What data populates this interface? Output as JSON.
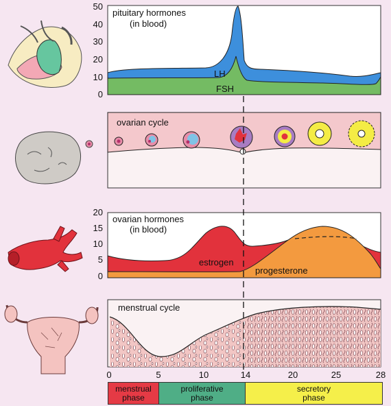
{
  "panels": {
    "pituitary": {
      "title_line1": "pituitary hormones",
      "title_line2": "(in blood)",
      "lh_label": "LH",
      "fsh_label": "FSH",
      "y_ticks": [
        "50",
        "40",
        "30",
        "20",
        "10",
        "0"
      ]
    },
    "ovarian_cycle": {
      "title": "ovarian cycle"
    },
    "ovarian_hormones": {
      "title_line1": "ovarian hormones",
      "title_line2": "(in blood)",
      "estrogen_label": "estrogen",
      "progesterone_label": "progesterone",
      "y_ticks": [
        "20",
        "15",
        "10",
        "5",
        "0"
      ]
    },
    "menstrual": {
      "title": "menstrual cycle"
    }
  },
  "x_axis": {
    "ticks": [
      "0",
      "5",
      "10",
      "14",
      "20",
      "25",
      "28"
    ]
  },
  "phases": [
    {
      "line1": "menstrual",
      "line2": "phase",
      "color": "#e53a45"
    },
    {
      "line1": "proliferative",
      "line2": "phase",
      "color": "#4fae86"
    },
    {
      "line1": "secretory",
      "line2": "phase",
      "color": "#f5ef4a"
    }
  ],
  "colors": {
    "lh": "#3d8fdc",
    "fsh": "#74bb63",
    "estrogen": "#e2323c",
    "progesterone": "#f39a3f",
    "ovary_bg": "#f4c8cc",
    "endometrium": "#f2c6c4"
  }
}
